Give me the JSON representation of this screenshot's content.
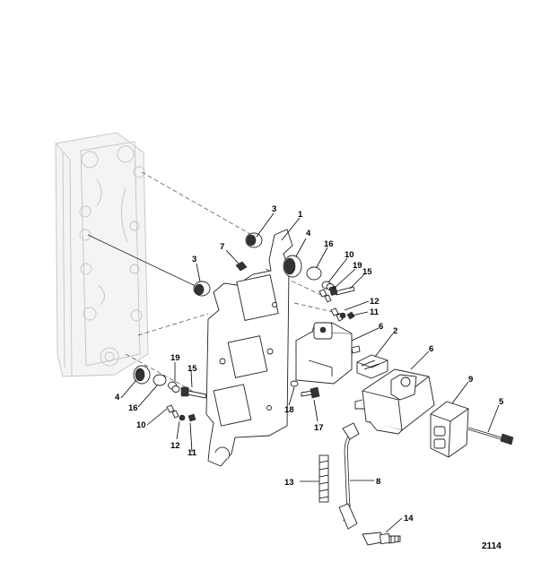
{
  "figure_number": "2114",
  "callouts": [
    "1",
    "2",
    "3",
    "4",
    "5",
    "6",
    "7",
    "8",
    "9",
    "10",
    "11",
    "12",
    "13",
    "14",
    "15",
    "16",
    "17",
    "18",
    "19"
  ],
  "callout_instances": [
    {
      "key": "3a",
      "label": "3"
    },
    {
      "key": "1",
      "label": "1"
    },
    {
      "key": "4a",
      "label": "4"
    },
    {
      "key": "16a",
      "label": "16"
    },
    {
      "key": "10a",
      "label": "10"
    },
    {
      "key": "19a",
      "label": "19"
    },
    {
      "key": "15a",
      "label": "15"
    },
    {
      "key": "7",
      "label": "7"
    },
    {
      "key": "3b",
      "label": "3"
    },
    {
      "key": "12a",
      "label": "12"
    },
    {
      "key": "11a",
      "label": "11"
    },
    {
      "key": "6a",
      "label": "6"
    },
    {
      "key": "2",
      "label": "2"
    },
    {
      "key": "6b",
      "label": "6"
    },
    {
      "key": "9",
      "label": "9"
    },
    {
      "key": "5",
      "label": "5"
    },
    {
      "key": "19b",
      "label": "19"
    },
    {
      "key": "15b",
      "label": "15"
    },
    {
      "key": "4b",
      "label": "4"
    },
    {
      "key": "16b",
      "label": "16"
    },
    {
      "key": "10b",
      "label": "10"
    },
    {
      "key": "12b",
      "label": "12"
    },
    {
      "key": "11b",
      "label": "11"
    },
    {
      "key": "18",
      "label": "18"
    },
    {
      "key": "17",
      "label": "17"
    },
    {
      "key": "13",
      "label": "13"
    },
    {
      "key": "8",
      "label": "8"
    },
    {
      "key": "14",
      "label": "14"
    }
  ]
}
